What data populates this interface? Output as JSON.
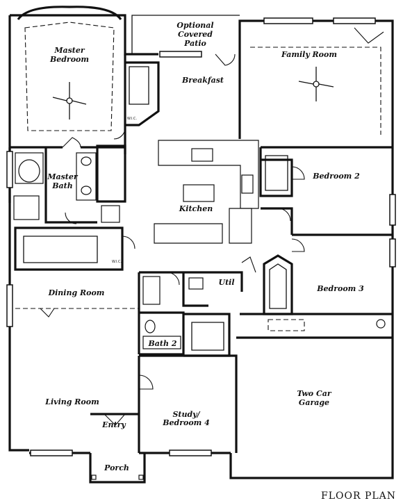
{
  "plan": {
    "title": "FLOOR PLAN",
    "rooms": {
      "master_bedroom_1": "Master",
      "master_bedroom_2": "Bedroom",
      "patio_1": "Optional",
      "patio_2": "Covered",
      "patio_3": "Patio",
      "family_room": "Family Room",
      "breakfast": "Breakfast",
      "master_bath_1": "Master",
      "master_bath_2": "Bath",
      "kitchen": "Kitchen",
      "bedroom_2": "Bedroom 2",
      "dining_room": "Dining Room",
      "util": "Util",
      "bedroom_3": "Bedroom 3",
      "bath_2": "Bath 2",
      "living_room": "Living Room",
      "garage_1": "Two Car",
      "garage_2": "Garage",
      "study_1": "Study/",
      "study_2": "Bedroom 4",
      "entry": "Entry",
      "porch": "Porch"
    },
    "small_labels": {
      "wic_master": "W.I.C.",
      "wic_bed2": "W.I.C."
    }
  }
}
